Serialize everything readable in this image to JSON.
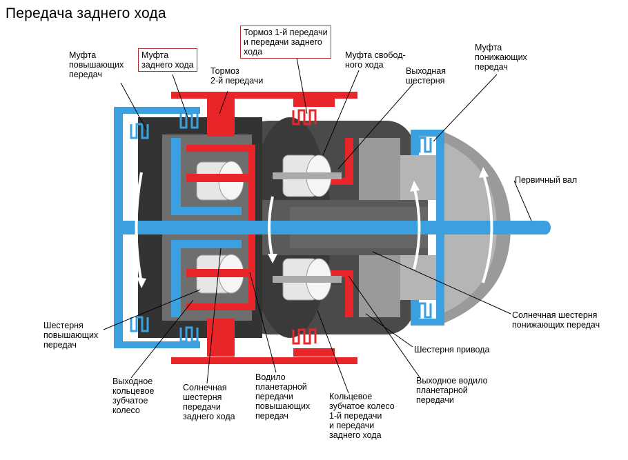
{
  "title": "Передача заднего хода",
  "labels": {
    "upshift_clutch": "Муфта\nповышающих\nпередач",
    "reverse_clutch": "Муфта\nзаднего хода",
    "brake_2nd": "Тормоз\n2-й передачи",
    "brake_1st_reverse": "Тормоз 1-й передачи\nи передачи заднего\nхода",
    "freewheel_clutch": "Муфта свобод-\nного хода",
    "output_gear": "Выходная\nшестерня",
    "downshift_clutch": "Муфта\nпонижающих\nпередач",
    "input_shaft": "Первичный вал",
    "upshift_gear": "Шестерня\nповышающих\nпередач",
    "output_ring_gear": "Выходное\nкольцевое\nзубчатое\nколесо",
    "reverse_sun_gear": "Солнечная\nшестерня\nпередачи\nзаднего хода",
    "upshift_carrier": "Водило\nпланетарной\nпередачи\nповышающих\nпередач",
    "ring_gear_1st_reverse": "Кольцевое\nзубчатое колесо\n1-й передачи\nи передачи\nзаднего хода",
    "output_carrier": "Выходное водило\nпланетарной\nпередачи",
    "drive_gear": "Шестерня привода",
    "downshift_sun_gear": "Солнечная шестерня\nпонижающих передач"
  },
  "colors": {
    "blue": "#3aa0e0",
    "red": "#e8262a",
    "dark": "#2a2a2a",
    "gray": "#7a7a7a",
    "lightgray": "#c8c8c8",
    "box_border": "#b03030"
  }
}
